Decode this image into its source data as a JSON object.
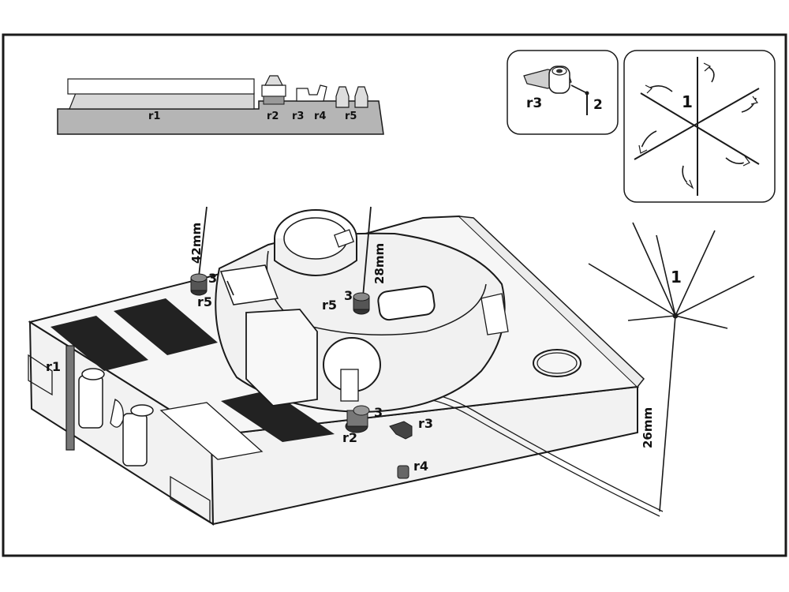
{
  "sprue": {
    "labels": [
      "r1",
      "r2",
      "r3",
      "r4",
      "r5"
    ]
  },
  "inset_mount": {
    "part_label": "r3",
    "part_number": "2"
  },
  "inset_antenna": {
    "part_number": "1"
  },
  "callouts": {
    "r1": "r1",
    "r2": "r2",
    "r3": "r3",
    "r4": "r4",
    "r5_left": "r5",
    "r5_right": "r5",
    "part3_left": "3",
    "part3_right": "3",
    "part3_rear": "3",
    "part1": "1"
  },
  "dimensions": {
    "left_antenna": "42mm",
    "turret_antenna": "28mm",
    "star_antenna": "26mm"
  }
}
